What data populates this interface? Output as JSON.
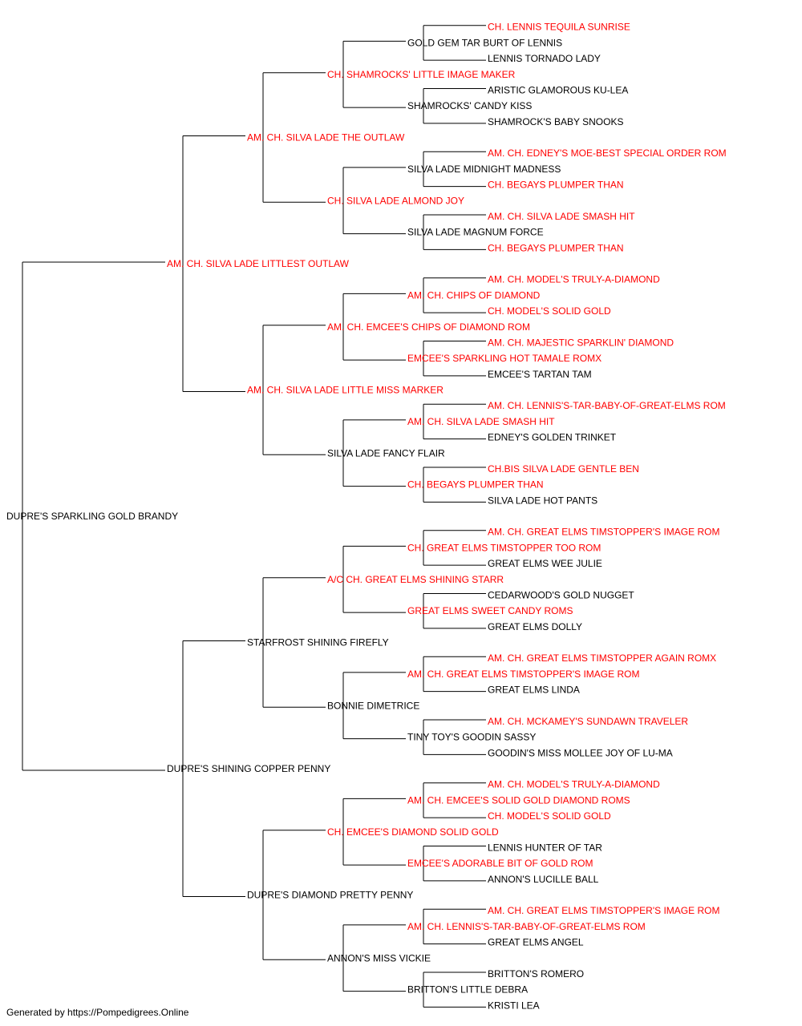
{
  "colors": {
    "titled": "#ff0000",
    "plain": "#000000",
    "line": "#000000"
  },
  "footer": "Generated by https://Pompedigrees.Online",
  "pedigree": {
    "name": "DUPRE'S SPARKLING GOLD BRANDY",
    "titled": false,
    "sire": {
      "name": "AM. CH. SILVA LADE LITTLEST OUTLAW",
      "titled": true,
      "sire": {
        "name": "AM. CH. SILVA LADE THE OUTLAW",
        "titled": true,
        "sire": {
          "name": "CH. SHAMROCKS' LITTLE IMAGE MAKER",
          "titled": true,
          "sire": {
            "name": "GOLD GEM TAR BURT OF LENNIS",
            "titled": false,
            "sire": {
              "name": "CH. LENNIS TEQUILA SUNRISE",
              "titled": true
            },
            "dam": {
              "name": "LENNIS TORNADO LADY",
              "titled": false
            }
          },
          "dam": {
            "name": "SHAMROCKS' CANDY KISS",
            "titled": false,
            "sire": {
              "name": "ARISTIC GLAMOROUS KU-LEA",
              "titled": false
            },
            "dam": {
              "name": "SHAMROCK'S BABY SNOOKS",
              "titled": false
            }
          }
        },
        "dam": {
          "name": "CH. SILVA LADE ALMOND JOY",
          "titled": true,
          "sire": {
            "name": "SILVA LADE MIDNIGHT MADNESS",
            "titled": false,
            "sire": {
              "name": "AM. CH. EDNEY'S MOE-BEST SPECIAL ORDER ROM",
              "titled": true
            },
            "dam": {
              "name": "CH. BEGAYS PLUMPER THAN",
              "titled": true
            }
          },
          "dam": {
            "name": "SILVA LADE MAGNUM FORCE",
            "titled": false,
            "sire": {
              "name": "AM. CH. SILVA LADE SMASH HIT",
              "titled": true
            },
            "dam": {
              "name": "CH. BEGAYS PLUMPER THAN",
              "titled": true
            }
          }
        }
      },
      "dam": {
        "name": "AM. CH. SILVA LADE LITTLE MISS MARKER",
        "titled": true,
        "sire": {
          "name": "AM. CH. EMCEE'S CHIPS OF DIAMOND ROM",
          "titled": true,
          "sire": {
            "name": "AM. CH. CHIPS OF DIAMOND",
            "titled": true,
            "sire": {
              "name": "AM. CH. MODEL'S TRULY-A-DIAMOND",
              "titled": true
            },
            "dam": {
              "name": "CH. MODEL'S SOLID GOLD",
              "titled": true
            }
          },
          "dam": {
            "name": "EMCEE'S SPARKLING HOT TAMALE ROMX",
            "titled": true,
            "sire": {
              "name": "AM. CH. MAJESTIC SPARKLIN' DIAMOND",
              "titled": true
            },
            "dam": {
              "name": "EMCEE'S TARTAN TAM",
              "titled": false
            }
          }
        },
        "dam": {
          "name": "SILVA LADE FANCY FLAIR",
          "titled": false,
          "sire": {
            "name": "AM. CH. SILVA LADE SMASH HIT",
            "titled": true,
            "sire": {
              "name": "AM. CH. LENNIS'S-TAR-BABY-OF-GREAT-ELMS ROM",
              "titled": true
            },
            "dam": {
              "name": "EDNEY'S GOLDEN TRINKET",
              "titled": false
            }
          },
          "dam": {
            "name": "CH. BEGAYS PLUMPER THAN",
            "titled": true,
            "sire": {
              "name": "CH.BIS SILVA LADE GENTLE BEN",
              "titled": true
            },
            "dam": {
              "name": "SILVA LADE HOT PANTS",
              "titled": false
            }
          }
        }
      }
    },
    "dam": {
      "name": "DUPRE'S SHINING COPPER PENNY",
      "titled": false,
      "sire": {
        "name": "STARFROST SHINING FIREFLY",
        "titled": false,
        "sire": {
          "name": "A/C CH. GREAT ELMS SHINING STARR",
          "titled": true,
          "sire": {
            "name": "CH. GREAT ELMS TIMSTOPPER TOO ROM",
            "titled": true,
            "sire": {
              "name": "AM. CH. GREAT ELMS TIMSTOPPER'S IMAGE ROM",
              "titled": true
            },
            "dam": {
              "name": "GREAT ELMS WEE JULIE",
              "titled": false
            }
          },
          "dam": {
            "name": "GREAT ELMS SWEET CANDY ROMS",
            "titled": true,
            "sire": {
              "name": "CEDARWOOD'S GOLD NUGGET",
              "titled": false
            },
            "dam": {
              "name": "GREAT ELMS DOLLY",
              "titled": false
            }
          }
        },
        "dam": {
          "name": "BONNIE DIMETRICE",
          "titled": false,
          "sire": {
            "name": "AM. CH. GREAT ELMS TIMSTOPPER'S IMAGE ROM",
            "titled": true,
            "sire": {
              "name": "AM. CH. GREAT ELMS TIMSTOPPER AGAIN ROMX",
              "titled": true
            },
            "dam": {
              "name": "GREAT ELMS LINDA",
              "titled": false
            }
          },
          "dam": {
            "name": "TINY TOY'S GOODIN SASSY",
            "titled": false,
            "sire": {
              "name": "AM. CH. MCKAMEY'S SUNDAWN TRAVELER",
              "titled": true
            },
            "dam": {
              "name": "GOODIN'S MISS MOLLEE JOY OF LU-MA",
              "titled": false
            }
          }
        }
      },
      "dam": {
        "name": "DUPRE'S DIAMOND PRETTY PENNY",
        "titled": false,
        "sire": {
          "name": "CH. EMCEE'S DIAMOND SOLID GOLD",
          "titled": true,
          "sire": {
            "name": "AM. CH. EMCEE'S SOLID GOLD DIAMOND ROMS",
            "titled": true,
            "sire": {
              "name": "AM. CH. MODEL'S TRULY-A-DIAMOND",
              "titled": true
            },
            "dam": {
              "name": "CH. MODEL'S SOLID GOLD",
              "titled": true
            }
          },
          "dam": {
            "name": "EMCEE'S ADORABLE BIT OF GOLD ROM",
            "titled": true,
            "sire": {
              "name": "LENNIS HUNTER OF TAR",
              "titled": false
            },
            "dam": {
              "name": "ANNON'S LUCILLE BALL",
              "titled": false
            }
          }
        },
        "dam": {
          "name": "ANNON'S MISS VICKIE",
          "titled": false,
          "sire": {
            "name": "AM. CH. LENNIS'S-TAR-BABY-OF-GREAT-ELMS ROM",
            "titled": true,
            "sire": {
              "name": "AM. CH. GREAT ELMS TIMSTOPPER'S IMAGE ROM",
              "titled": true
            },
            "dam": {
              "name": "GREAT ELMS ANGEL",
              "titled": false
            }
          },
          "dam": {
            "name": "BRITTON'S LITTLE DEBRA",
            "titled": false,
            "sire": {
              "name": "BRITTON'S ROMERO",
              "titled": false
            },
            "dam": {
              "name": "KRISTI LEA",
              "titled": false
            }
          }
        }
      }
    }
  }
}
